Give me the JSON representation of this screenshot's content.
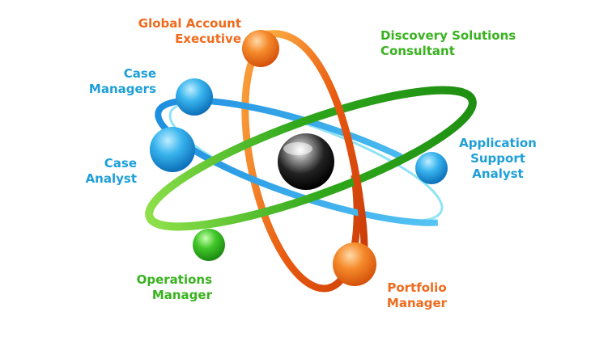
{
  "colors": {
    "orange": "#f06a1c",
    "green": "#38b21f",
    "blue": "#1e9fd8"
  },
  "nodes": {
    "global_account_executive": {
      "lines": [
        "Global Account",
        "Executive"
      ],
      "color": "orange"
    },
    "discovery_solutions_consultant": {
      "lines": [
        "Discovery Solutions",
        "Consultant"
      ],
      "color": "green"
    },
    "case_managers": {
      "lines": [
        "Case",
        "Managers"
      ],
      "color": "blue"
    },
    "case_analyst": {
      "lines": [
        "Case",
        "Analyst"
      ],
      "color": "blue"
    },
    "application_support_analyst": {
      "lines": [
        "Application",
        "Support",
        "Analyst"
      ],
      "color": "blue"
    },
    "operations_manager": {
      "lines": [
        "Operations",
        "Manager"
      ],
      "color": "green"
    },
    "portfolio_manager": {
      "lines": [
        "Portfolio",
        "Manager"
      ],
      "color": "orange"
    }
  }
}
